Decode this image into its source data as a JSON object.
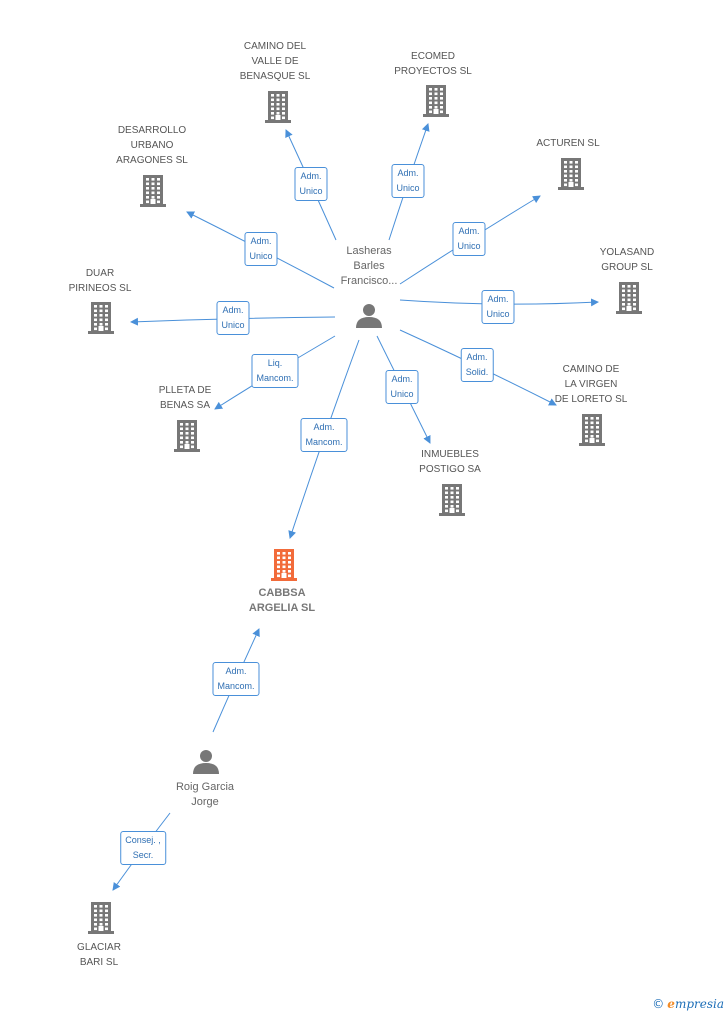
{
  "colors": {
    "line": "#4a90d9",
    "building": "#777777",
    "main_building": "#f26b3a",
    "person": "#777777"
  },
  "persons": [
    {
      "id": "p1",
      "lines": [
        "Lasheras",
        "Barles",
        "Francisco..."
      ]
    },
    {
      "id": "p2",
      "lines": [
        "Roig Garcia",
        "Jorge"
      ]
    }
  ],
  "companies": [
    {
      "id": "c_camino_valle",
      "lines": [
        "CAMINO DEL",
        "VALLE DE",
        "BENASQUE SL"
      ]
    },
    {
      "id": "c_ecomed",
      "lines": [
        "ECOMED",
        "PROYECTOS SL"
      ]
    },
    {
      "id": "c_desarrollo",
      "lines": [
        "DESARROLLO",
        "URBANO",
        "ARAGONES SL"
      ]
    },
    {
      "id": "c_acturen",
      "lines": [
        "ACTUREN SL"
      ]
    },
    {
      "id": "c_yolasand",
      "lines": [
        "YOLASAND",
        "GROUP SL"
      ]
    },
    {
      "id": "c_duar",
      "lines": [
        "DUAR",
        "PIRINEOS SL"
      ]
    },
    {
      "id": "c_pleta",
      "lines": [
        "PLLETA DE",
        "BENAS SA"
      ]
    },
    {
      "id": "c_camino_virgen",
      "lines": [
        "CAMINO DE",
        "LA VIRGEN",
        "DE LORETO SL"
      ]
    },
    {
      "id": "c_inmuebles",
      "lines": [
        "INMUEBLES",
        "POSTIGO SA"
      ]
    },
    {
      "id": "c_cabbsa",
      "lines": [
        "CABBSA",
        "ARGELIA SL"
      ],
      "main": true
    },
    {
      "id": "c_glaciar",
      "lines": [
        "GLACIAR",
        "BARI SL"
      ]
    }
  ],
  "relations": [
    {
      "from": "p1",
      "to": "c_camino_valle",
      "role": [
        "Adm.",
        "Unico"
      ]
    },
    {
      "from": "p1",
      "to": "c_ecomed",
      "role": [
        "Adm.",
        "Unico"
      ]
    },
    {
      "from": "p1",
      "to": "c_desarrollo",
      "role": [
        "Adm.",
        "Unico"
      ]
    },
    {
      "from": "p1",
      "to": "c_acturen",
      "role": [
        "Adm.",
        "Unico"
      ]
    },
    {
      "from": "p1",
      "to": "c_yolasand",
      "role": [
        "Adm.",
        "Unico"
      ]
    },
    {
      "from": "p1",
      "to": "c_duar",
      "role": [
        "Adm.",
        "Unico"
      ]
    },
    {
      "from": "p1",
      "to": "c_pleta",
      "role": [
        "Liq.",
        "Mancom."
      ]
    },
    {
      "from": "p1",
      "to": "c_camino_virgen",
      "role": [
        "Adm.",
        "Solid."
      ]
    },
    {
      "from": "p1",
      "to": "c_inmuebles",
      "role": [
        "Adm.",
        "Unico"
      ]
    },
    {
      "from": "p1",
      "to": "c_cabbsa",
      "role": [
        "Adm.",
        "Mancom."
      ]
    },
    {
      "from": "p2",
      "to": "c_cabbsa",
      "role": [
        "Adm.",
        "Mancom."
      ]
    },
    {
      "from": "p2",
      "to": "c_glaciar",
      "role": [
        "Consej. ,",
        "Secr."
      ]
    }
  ],
  "footer": {
    "copyright": "©",
    "brand_initial": "e",
    "brand_rest": "mpresia"
  }
}
